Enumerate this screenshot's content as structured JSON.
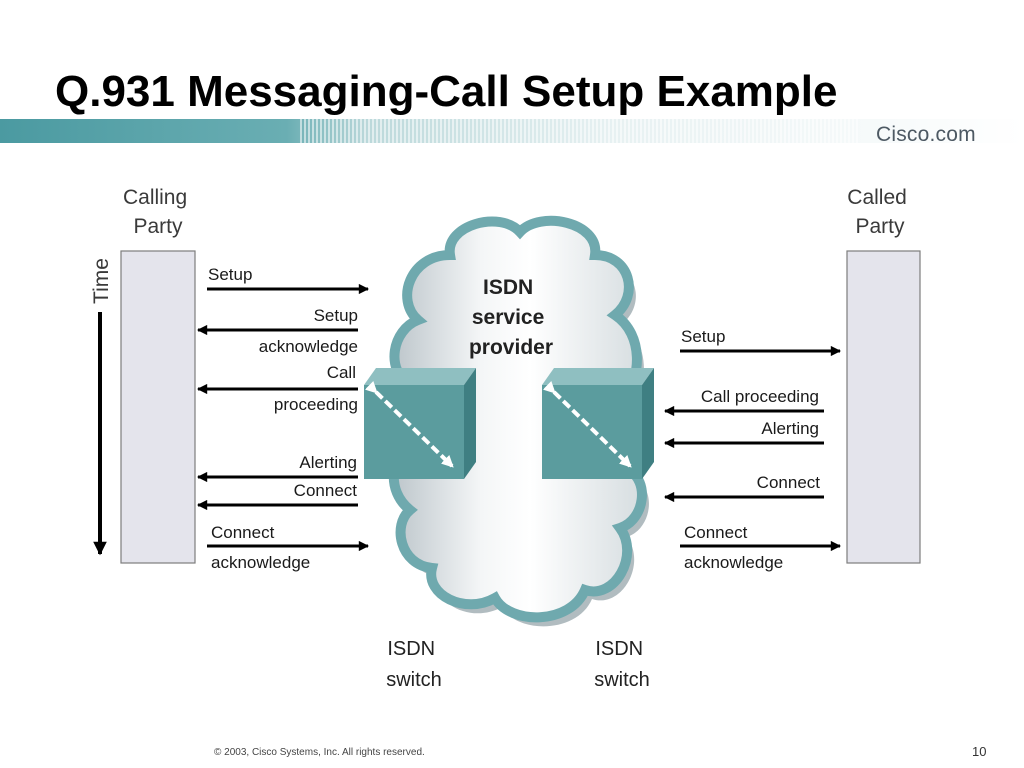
{
  "title": "Q.931 Messaging-Call Setup Example",
  "brand": "Cisco.com",
  "colors": {
    "teal": "#4b9aa1",
    "switch_teal": "#5b9c9e",
    "party_box": "#e4e4ec",
    "cloud_edge": "#6fa9ae"
  },
  "calling_party": {
    "line1": "Calling",
    "line2": "Party"
  },
  "called_party": {
    "line1": "Called",
    "line2": "Party"
  },
  "time_label": "Time",
  "cloud": {
    "line1": "ISDN",
    "line2": "service",
    "line3": "provider"
  },
  "switches": [
    {
      "line1": "ISDN",
      "line2": "switch"
    },
    {
      "line1": "ISDN",
      "line2": "switch"
    }
  ],
  "left_messages": {
    "setup": "Setup",
    "setup_ack_1": "Setup",
    "setup_ack_2": "acknowledge",
    "call_proc_1": "Call",
    "call_proc_2": "proceeding",
    "alerting": "Alerting",
    "connect": "Connect",
    "connect_ack_1": "Connect",
    "connect_ack_2": "acknowledge"
  },
  "right_messages": {
    "setup": "Setup",
    "call_proceeding": "Call proceeding",
    "alerting": "Alerting",
    "connect": "Connect",
    "connect_ack_1": "Connect",
    "connect_ack_2": "acknowledge"
  },
  "footer": "© 2003, Cisco Systems, Inc. All rights reserved.",
  "page_number": "10"
}
